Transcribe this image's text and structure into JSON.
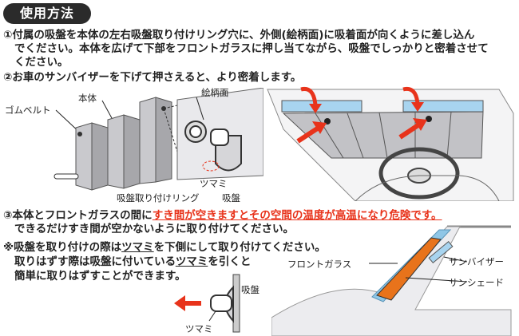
{
  "title": "使用方法",
  "step1": {
    "line1": "①付属の吸盤を本体の左右吸盤取り付けリング穴に、外側(絵柄面)に吸着面が向くように差し込ん",
    "line2": "でください。本体を広げて下部をフロントガラスに押し当てながら、吸盤でしっかりと密着させて",
    "line3": "ください。"
  },
  "step2": {
    "line1": "②お車のサンバイザーを下げて押さえると、より密着します。"
  },
  "step3": {
    "prefix": "③本体とフロントガラスの間に",
    "warning": "すき間が空きますとその空間の温度が高温になり危険です。",
    "line2": "できるだけすき間が空かないように取り付けてください。"
  },
  "note": {
    "line1_a": "※吸盤を取り付けの際は",
    "line1_b": "ツマミ",
    "line1_c": "を下側にして取り付けてください。",
    "line2_a": "取りはずす際は吸盤に付いている",
    "line2_b": "ツマミ",
    "line2_c": "を引くと",
    "line3": "簡単に取りはずすことができます。"
  },
  "labels": {
    "rubber_belt": "ゴムベルト",
    "body": "本体",
    "pattern_side": "絵柄面",
    "tab": "ツマミ",
    "suction_ring": "吸盤取り付けリング",
    "suction_cup": "吸盤",
    "suction_cup_small": "吸盤",
    "tab_small": "ツマミ",
    "front_glass": "フロントガラス",
    "sun_visor": "サンバイザー",
    "sunshade": "サンシェード"
  },
  "colors": {
    "badge": "#2b2b2b",
    "warning": "#e8331b",
    "arrow": "#e8331b",
    "shade": "#b8b8bc",
    "glass": "#8fc6e6",
    "orange": "#e8731b"
  }
}
